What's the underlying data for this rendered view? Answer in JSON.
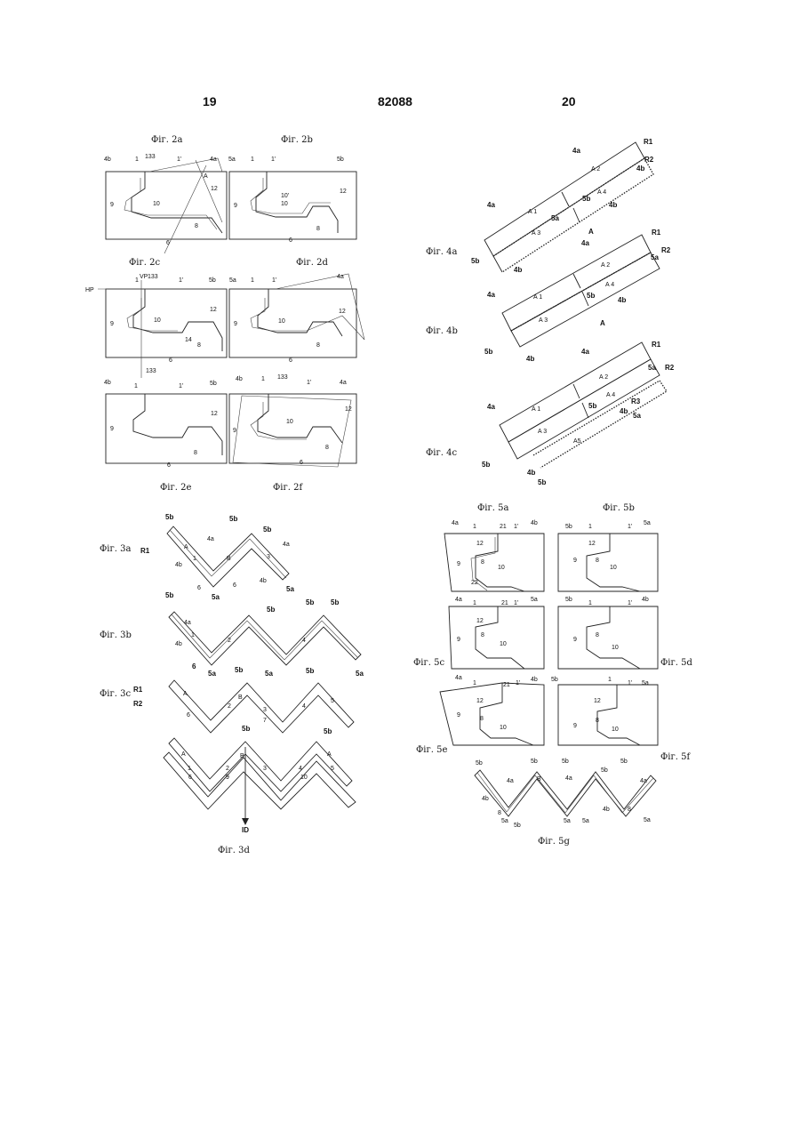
{
  "header": {
    "left_page": "19",
    "doc_number": "82088",
    "right_page": "20"
  },
  "captions": {
    "f2a": "Фіг. 2a",
    "f2b": "Фіг. 2b",
    "f2c": "Фіг. 2c",
    "f2d": "Фіг. 2d",
    "f2e": "Фіг. 2e",
    "f2f": "Фіг. 2f",
    "f3a": "Фіг. 3a",
    "f3b": "Фіг. 3b",
    "f3c": "Фіг. 3c",
    "f3d": "Фіг. 3d",
    "f4a": "Фіг. 4a",
    "f4b": "Фіг. 4b",
    "f4c": "Фіг. 4c",
    "f5a": "Фіг. 5a",
    "f5b": "Фіг. 5b",
    "f5c": "Фіг. 5c",
    "f5d": "Фіг. 5d",
    "f5e": "Фіг. 5e",
    "f5f": "Фіг. 5f",
    "f5g": "Фіг. 5g"
  },
  "labels": {
    "4a": "4a",
    "4b": "4b",
    "5a": "5a",
    "5b": "5b",
    "n1": "1",
    "n1p": "1'",
    "n2": "2",
    "n3": "3",
    "n4": "4",
    "n5": "5",
    "n6": "6",
    "n7": "7",
    "n8": "8",
    "n9": "9",
    "n10": "10",
    "n10p": "10'",
    "n12": "12",
    "n14": "14",
    "n21": "21",
    "n22": "22",
    "n133": "133",
    "A": "A",
    "B": "B",
    "R1": "R1",
    "R2": "R2",
    "R3": "R3",
    "HP": "HP",
    "VP": "VP",
    "ID": "ID",
    "A1": "A 1",
    "A2": "A 2",
    "A3": "A 3",
    "A4": "A 4",
    "A5": "A5"
  }
}
